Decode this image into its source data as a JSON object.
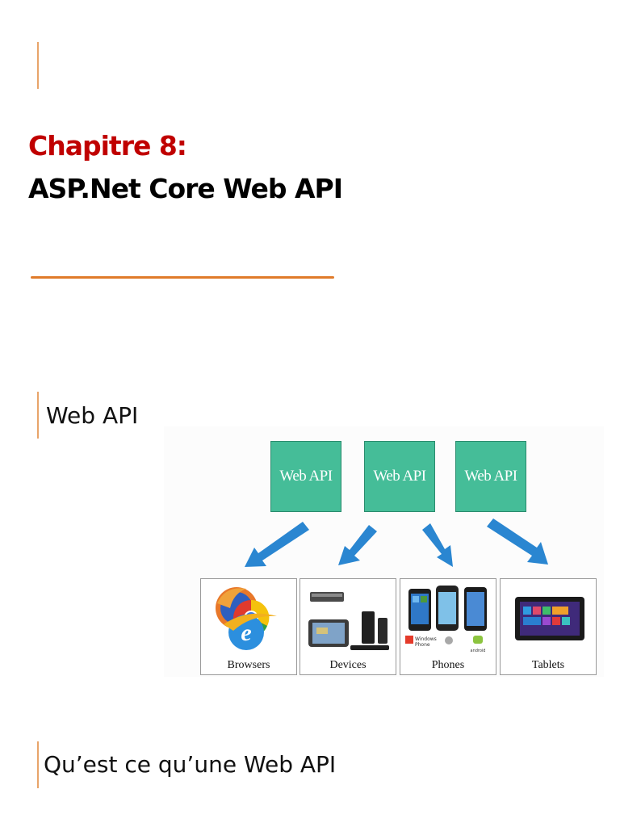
{
  "slide1": {
    "chapter": "Chapitre 8:",
    "title": "ASP.Net Core Web API"
  },
  "slide2": {
    "heading": "Web API",
    "figure": {
      "api_boxes": [
        "Web API",
        "Web API",
        "Web API"
      ],
      "clients": [
        "Browsers",
        "Devices",
        "Phones",
        "Tablets"
      ],
      "phone_brands": [
        "Windows",
        "Phone",
        "android"
      ]
    }
  },
  "slide3": {
    "heading": "Qu’est ce qu’une Web API"
  },
  "colors": {
    "chapter_red": "#c00000",
    "accent_orange": "#e07b2a",
    "accent_bar": "#e8a46a",
    "api_green": "#45bd98",
    "arrow_blue": "#2a86d1"
  }
}
